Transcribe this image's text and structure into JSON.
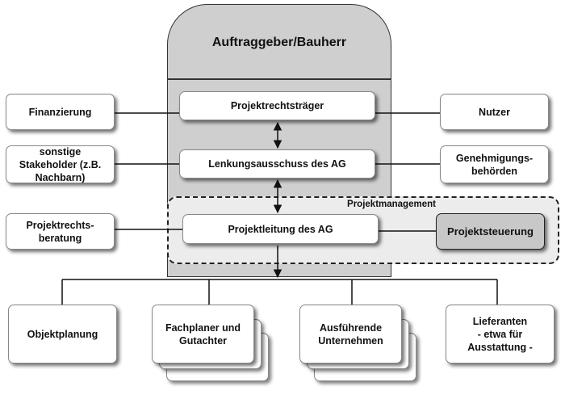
{
  "client": {
    "title": "Auftraggeber/Bauherr"
  },
  "project_owner": "Projektrechtsträger",
  "steering_committee": "Lenkungsausschuss des AG",
  "project_management": {
    "label": "Projektmanagement",
    "lead": "Projektleitung des AG",
    "control": "Projektsteuerung"
  },
  "left": {
    "financing": "Finanzierung",
    "stakeholders": "sonstige\nStakeholder (z.B.\nNachbarn)",
    "legal": "Projektrechts-\nberatung"
  },
  "right": {
    "users": "Nutzer",
    "authorities": "Genehmigungs-\nbehörden"
  },
  "bottom": {
    "object_planning": "Objektplanung",
    "specialists": "Fachplaner und\nGutachter",
    "contractors": "Ausführende\nUnternehmen",
    "suppliers": "Lieferanten\n-    etwa für\nAusstattung -"
  }
}
